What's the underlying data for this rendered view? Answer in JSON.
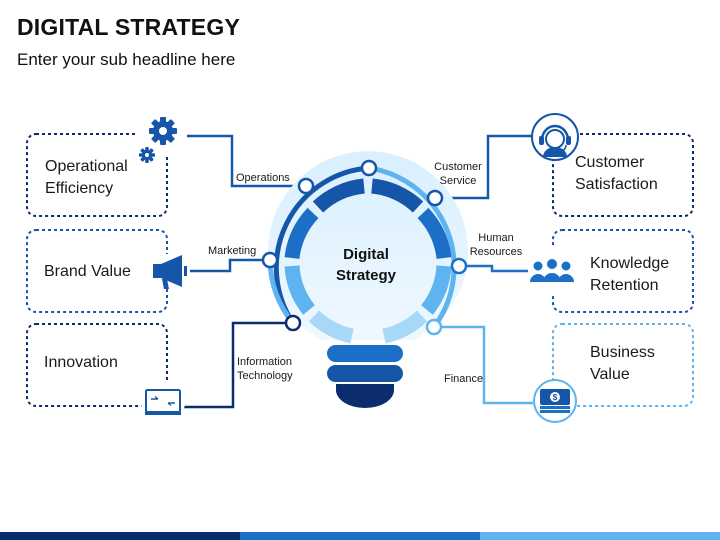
{
  "header": {
    "title": "DIGITAL STRATEGY",
    "subtitle": "Enter your sub headline here"
  },
  "center": {
    "line1": "Digital",
    "line2": "Strategy"
  },
  "boxes": {
    "operational": {
      "line1": "Operational",
      "line2": "Efficiency",
      "icon": "gears-icon"
    },
    "brand": {
      "line1": "Brand Value",
      "icon": "megaphone-icon"
    },
    "innovation": {
      "line1": "Innovation",
      "icon": "monitor-icon"
    },
    "customer": {
      "line1": "Customer",
      "line2": "Satisfaction",
      "icon": "support-agent-icon"
    },
    "knowledge": {
      "line1": "Knowledge",
      "line2": "Retention",
      "icon": "team-icon"
    },
    "business": {
      "line1": "Business",
      "line2": "Value",
      "icon": "money-icon"
    }
  },
  "connectors": {
    "operations": "Operations",
    "marketing": "Marketing",
    "it_line1": "Information",
    "it_line2": "Technology",
    "customer_line1": "Customer",
    "customer_line2": "Service",
    "hr_line1": "Human",
    "hr_line2": "Resources",
    "finance": "Finance"
  },
  "colors": {
    "dark_navy": "#0b2d6e",
    "dark_blue": "#1556a8",
    "mid_blue": "#1c6fc6",
    "light_blue": "#5fb3ee",
    "pale_blue": "#a8d8f8"
  }
}
